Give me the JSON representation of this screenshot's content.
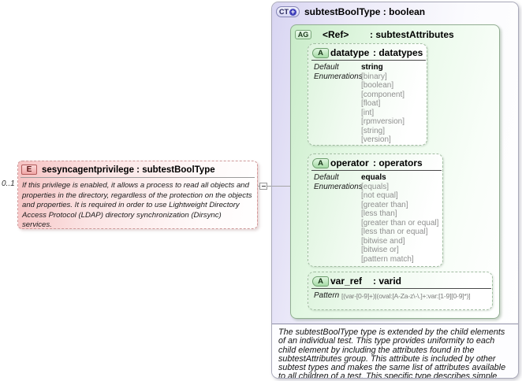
{
  "element": {
    "cardinality": "0..1",
    "badge": "E",
    "title": "sesyncagentprivilege : subtestBoolType",
    "documentation": "If this privilege is enabled, it allows a process to read all objects and properties in the directory, regardless of the protection on the objects and properties. It is required in order to use Lightweight Directory Access Protocol (LDAP) directory synchronization (Dirsync) services."
  },
  "complex_type": {
    "badge": "CT",
    "badge_icon": "+",
    "title": "subtestBoolType : boolean",
    "documentation": "The subtestBoolType type is extended by the child elements of an individual test.  This type provides uniformity to each child element by including the attributes found in the subtestAttributes group.  This attribute is included by other subtest types and makes the same list of attributes available to all children of a test.  This specific type describes simple boolean data.",
    "attribute_group": {
      "badge": "AG",
      "name": "<Ref>",
      "type_label": ": subtestAttributes",
      "attributes": [
        {
          "badge": "A",
          "name": "datatype",
          "type_label": ": datatypes",
          "default_label": "Default",
          "enum_label": "Enumerations",
          "default": "string",
          "enumerations": [
            "[binary]",
            "[boolean]",
            "[component]",
            "[float]",
            "[int]",
            "[rpmversion]",
            "[string]",
            "[version]"
          ]
        },
        {
          "badge": "A",
          "name": "operator",
          "type_label": ": operators",
          "default_label": "Default",
          "enum_label": "Enumerations",
          "default": "equals",
          "enumerations": [
            "[equals]",
            "[not equal]",
            "[greater than]",
            "[less than]",
            "[greater than or equal]",
            "[less than or equal]",
            "[bitwise and]",
            "[bitwise or]",
            "[pattern match]"
          ]
        },
        {
          "badge": "A",
          "name": "var_ref",
          "type_label": ": varid",
          "pattern_label": "Pattern",
          "pattern": "[(var-[0-9]+)|(oval:[A-Za-z\\-\\.]+:var:[1-9][0-9]*)]"
        }
      ]
    }
  },
  "colors": {
    "element_pink": "#f6c3c3",
    "attribute_green": "#c9ecc9",
    "complex_type_lavender": "#d8d5f2",
    "enum_gray": "#8f8f8f"
  }
}
